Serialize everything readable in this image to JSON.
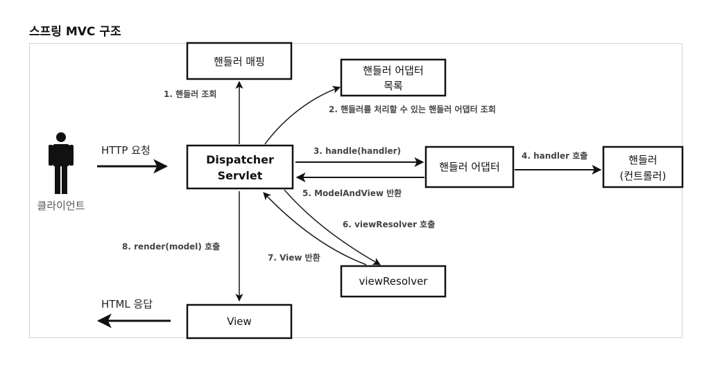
{
  "title": "스프링 MVC 구조",
  "nodes": {
    "handler_mapping": "핸들러 매핑",
    "handler_adapter_list_line1": "핸들러 어댑터",
    "handler_adapter_list_line2": "목록",
    "dispatcher_line1": "Dispatcher",
    "dispatcher_line2": "Servlet",
    "handler_adapter": "핸들러 어댑터",
    "handler_line1": "핸들러",
    "handler_line2": "(컨트롤러)",
    "view_resolver": "viewResolver",
    "view": "View",
    "client": "클라이언트"
  },
  "edges": {
    "http_request": "HTTP 요청",
    "html_response": "HTML 응답",
    "step1": "1. 핸들러 조회",
    "step2": "2. 핸들러를 처리할 수 있는 핸들러 어댑터 조회",
    "step3": "3. handle(handler)",
    "step4": "4. handler 호출",
    "step5": "5. ModelAndView 반환",
    "step6": "6. viewResolver 호출",
    "step7": "7. View 반환",
    "step8": "8. render(model) 호출"
  }
}
